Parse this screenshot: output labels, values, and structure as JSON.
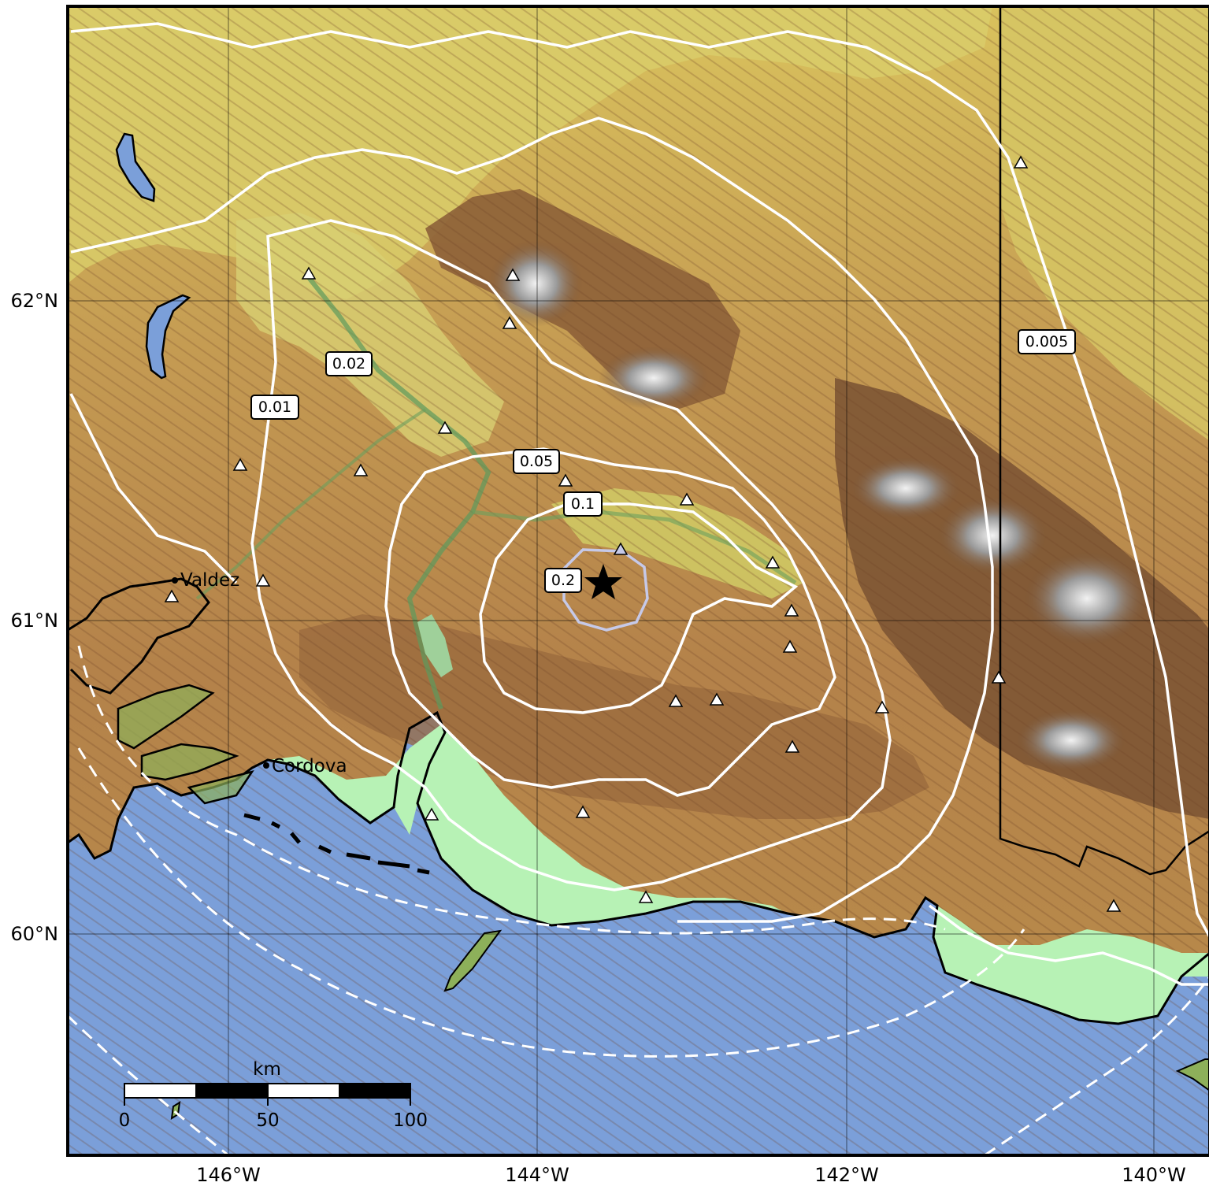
{
  "map": {
    "colors": {
      "ocean": "#7b9fd9",
      "lowland": "#b8f0b4",
      "plain": "#d8cf72",
      "hills": "#b98a4a",
      "mountains": "#8a5a36",
      "snow": "#d8d8d8",
      "contour": "#ffffff",
      "epicenter_contour": "#c6c9e8",
      "coast": "#000000"
    },
    "longitude_labels": [
      "146°W",
      "144°W",
      "142°W",
      "140°W"
    ],
    "latitude_labels": [
      "62°N",
      "61°N",
      "60°N"
    ],
    "contour_labels": [
      {
        "text": "0.2"
      },
      {
        "text": "0.1"
      },
      {
        "text": "0.05"
      },
      {
        "text": "0.02"
      },
      {
        "text": "0.01"
      },
      {
        "text": "0.005"
      }
    ],
    "places": [
      {
        "name": "Valdez"
      },
      {
        "name": "Cordova"
      }
    ],
    "epicenter_icon": "star-icon",
    "station_icon": "triangle-icon",
    "scale_bar": {
      "unit": "km",
      "ticks": [
        "0",
        "50",
        "100"
      ]
    }
  }
}
